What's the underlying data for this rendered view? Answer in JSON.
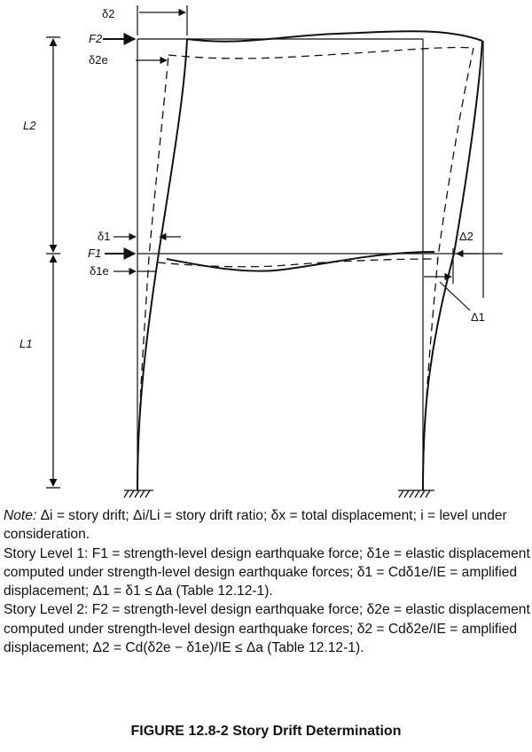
{
  "diagram": {
    "labels": {
      "delta_2": "δ2",
      "F_2": "F2",
      "delta_2e": "δ2e",
      "L_2": "L2",
      "delta_1": "δ1",
      "F_1": "F1",
      "delta_1e": "δ1e",
      "L_1": "L1",
      "Delta_2": "Δ2",
      "Delta_1": "Δ1"
    }
  },
  "note": {
    "lead": "Note:",
    "line1": "Δi = story drift; Δi/Li = story drift ratio; δx = total displacement; i = level under consideration.",
    "level1_head": "Story Level 1:",
    "level1_text": "F1 = strength-level design earthquake force; δ1e = elastic displacement computed under strength-level design earthquake forces; δ1 = Cdδ1e/IE = amplified displacement; Δ1 = δ1 ≤ Δa (Table 12.12-1).",
    "level2_head": "Story Level 2:",
    "level2_text": "F2 = strength-level design earthquake force; δ2e = elastic displacement computed under strength-level design earthquake forces; δ2 = Cdδ2e/IE = amplified displacement; Δ2 = Cd(δ2e − δ1e)/IE ≤ Δa (Table 12.12-1).",
    "table_ref": "12.12-1"
  },
  "caption": "FIGURE 12.8-2 Story Drift Determination"
}
